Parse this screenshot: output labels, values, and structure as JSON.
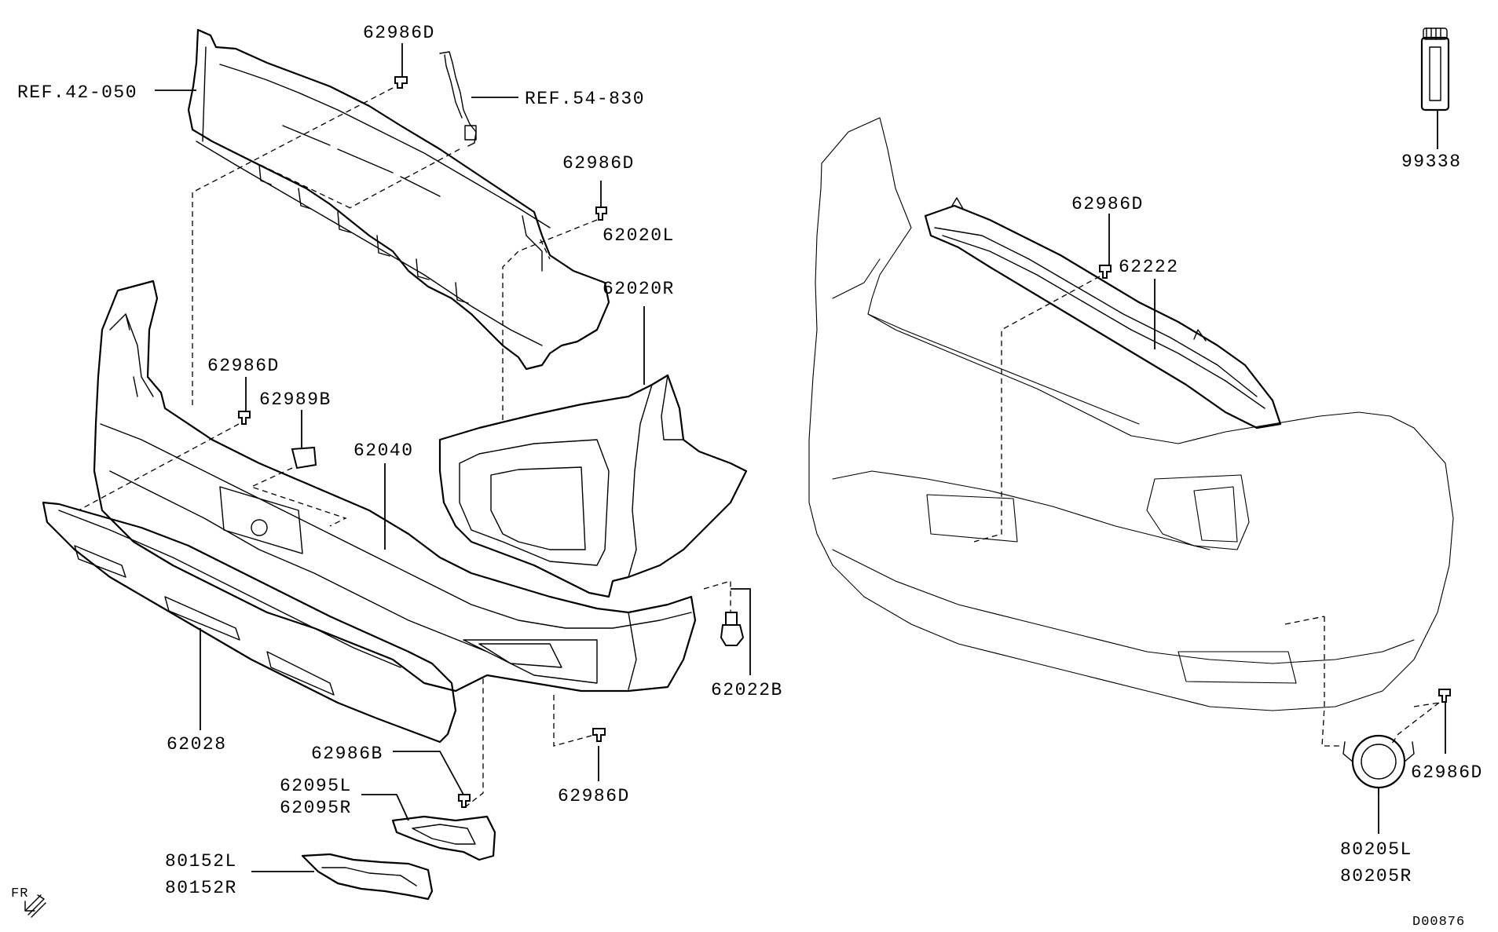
{
  "diagram": {
    "labels": {
      "ref_42_050": "REF.42-050",
      "ref_54_830": "REF.54-830",
      "p62986D_top": "62986D",
      "p62986D_upper_mid": "62986D",
      "p62020L": "62020L",
      "p62020R": "62020R",
      "p62986D_left": "62986D",
      "p62989B": "62989B",
      "p62040": "62040",
      "p62022B": "62022B",
      "p62028": "62028",
      "p62986B": "62986B",
      "p62095L": "62095L",
      "p62095R": "62095R",
      "p62986D_bottom": "62986D",
      "p80152L": "80152L",
      "p80152R": "80152R",
      "fr": "FR",
      "p99338": "99338",
      "p62986D_right_grille": "62986D",
      "p62222": "62222",
      "p62986D_right_lower": "62986D",
      "p80205L": "80205L",
      "p80205R": "80205R",
      "diagram_code": "D00876"
    }
  }
}
